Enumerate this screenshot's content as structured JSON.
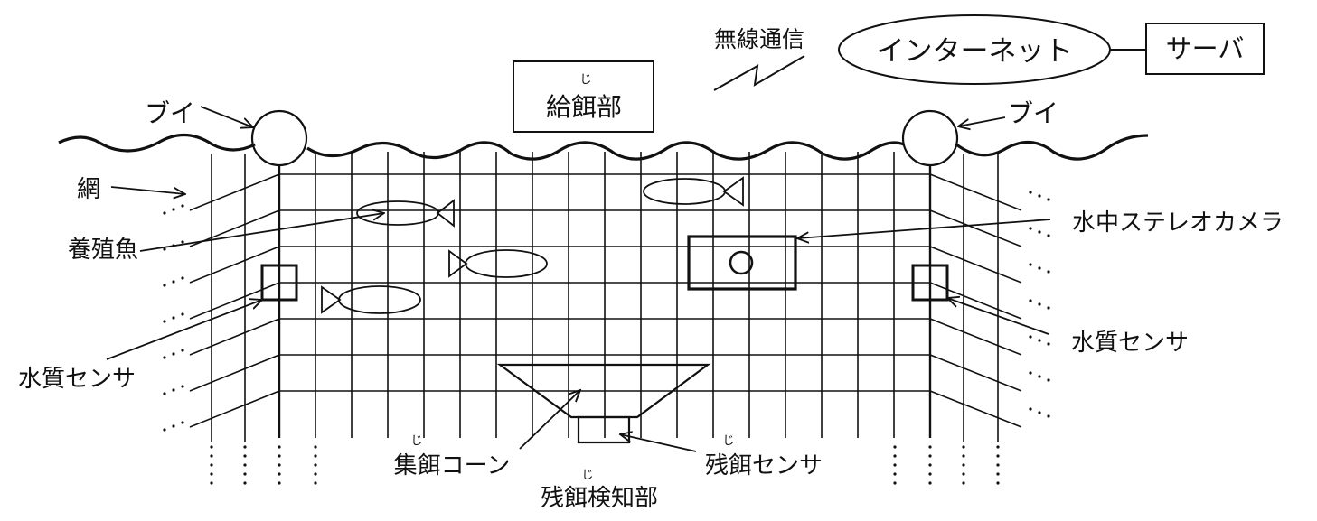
{
  "labels": {
    "wireless": "無線通信",
    "internet": "インターネット",
    "server": "サーバ",
    "feeder": "給餌部",
    "feeder_ruby": "じ",
    "buoy_left": "ブイ",
    "buoy_right": "ブイ",
    "net": "網",
    "farmed_fish": "養殖魚",
    "stereo_camera": "水中ステレオカメラ",
    "water_sensor_left": "水質センサ",
    "water_sensor_right": "水質センサ",
    "collection_cone": "集餌コーン",
    "collection_cone_ruby": "じ",
    "residual_sensor": "残餌センサ",
    "residual_sensor_ruby": "じ",
    "residual_detector": "残餌検知部",
    "residual_detector_ruby": "じ"
  },
  "colors": {
    "ink": "#111111",
    "background": "#ffffff"
  }
}
